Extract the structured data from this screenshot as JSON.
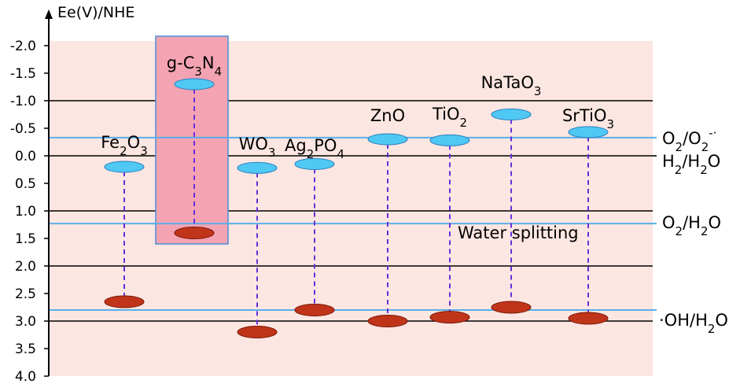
{
  "chart_data": {
    "type": "band-diagram",
    "title": "",
    "ylabel": "Ee(V)/NHE",
    "xlabel": "",
    "ylim": [
      -2.0,
      4.0
    ],
    "inverted_y": true,
    "y_ticks": [
      "-2.0",
      "-1.5",
      "-1.0",
      "-0.5",
      "0.0",
      "0.5",
      "1.0",
      "1.5",
      "2.0",
      "2.5",
      "3.0",
      "3.5",
      "4.0"
    ],
    "y_tick_values": [
      -2.0,
      -1.5,
      -1.0,
      -0.5,
      0.0,
      0.5,
      1.0,
      1.5,
      2.0,
      2.5,
      3.0,
      3.5,
      4.0
    ],
    "black_gridlines": [
      -1.0,
      0.0,
      1.0,
      2.0,
      3.0
    ],
    "materials": [
      {
        "name": "Fe2O3",
        "base": "Fe",
        "sub1": "2",
        "mid": "O",
        "sub2": "3",
        "tail": "",
        "sub3": "",
        "cb": 0.2,
        "vb": 2.65
      },
      {
        "name": "g-C3N4",
        "base": "g-C",
        "sub1": "3",
        "mid": "N",
        "sub2": "4",
        "tail": "",
        "sub3": "",
        "cb": -1.3,
        "vb": 1.4
      },
      {
        "name": "WO3",
        "base": "WO",
        "sub1": "3",
        "mid": "",
        "sub2": "",
        "tail": "",
        "sub3": "",
        "cb": 0.22,
        "vb": 3.2
      },
      {
        "name": "Ag2PO4",
        "base": "Ag",
        "sub1": "2",
        "mid": "PO",
        "sub2": "4",
        "tail": "",
        "sub3": "",
        "cb": 0.15,
        "vb": 2.8
      },
      {
        "name": "ZnO",
        "base": "ZnO",
        "sub1": "",
        "mid": "",
        "sub2": "",
        "tail": "",
        "sub3": "",
        "cb": -0.3,
        "vb": 3.0
      },
      {
        "name": "TiO2",
        "base": "TiO",
        "sub1": "2",
        "mid": "",
        "sub2": "",
        "tail": "",
        "sub3": "",
        "cb": -0.28,
        "vb": 2.93
      },
      {
        "name": "NaTaO3",
        "base": "NaTaO",
        "sub1": "3",
        "mid": "",
        "sub2": "",
        "tail": "",
        "sub3": "",
        "cb": -0.75,
        "vb": 2.75
      },
      {
        "name": "SrTiO3",
        "base": "SrTiO",
        "sub1": "3",
        "mid": "",
        "sub2": "",
        "tail": "",
        "sub3": "",
        "cb": -0.43,
        "vb": 2.95
      }
    ],
    "references": [
      {
        "label": "O2/O2-·",
        "value": -0.33,
        "line_color": "#5aaee8"
      },
      {
        "label": "H2/H2O",
        "value": 0.0,
        "line_color": "#000000"
      },
      {
        "label": "O2/H2O",
        "value": 1.23,
        "line_color": "#5aaee8"
      },
      {
        "label": "·OH/H2O",
        "value": 2.8,
        "line_color": "#5aaee8"
      }
    ],
    "annotation": "Water splitting",
    "highlight_material": "g-C3N4"
  },
  "colors": {
    "plot_background": "#fce6e2",
    "highlight_fill": "#f4a3b3",
    "highlight_border": "#4a8fd8",
    "cb_fill": "#4fc8f4",
    "cb_stroke": "#2a7fc0",
    "vb_fill": "#c0341a",
    "vb_stroke": "#7a1a08",
    "dash": "#6a2ed8",
    "reference_line": "#5aaee8",
    "axis": "#000000"
  },
  "reference_labels": {
    "o2_o2": {
      "base": "O",
      "sub1": "2",
      "mid": "/O",
      "sub2": "2",
      "sup": "-·"
    },
    "h2_h2o": {
      "base": "H",
      "sub1": "2",
      "mid": "/H",
      "sub2": "2",
      "tail": "O"
    },
    "o2_h2o": {
      "base": "O",
      "sub1": "2",
      "mid": "/H",
      "sub2": "2",
      "tail": "O"
    },
    "oh_h2o": {
      "base": "·OH/H",
      "sub1": "2",
      "tail": "O"
    }
  }
}
